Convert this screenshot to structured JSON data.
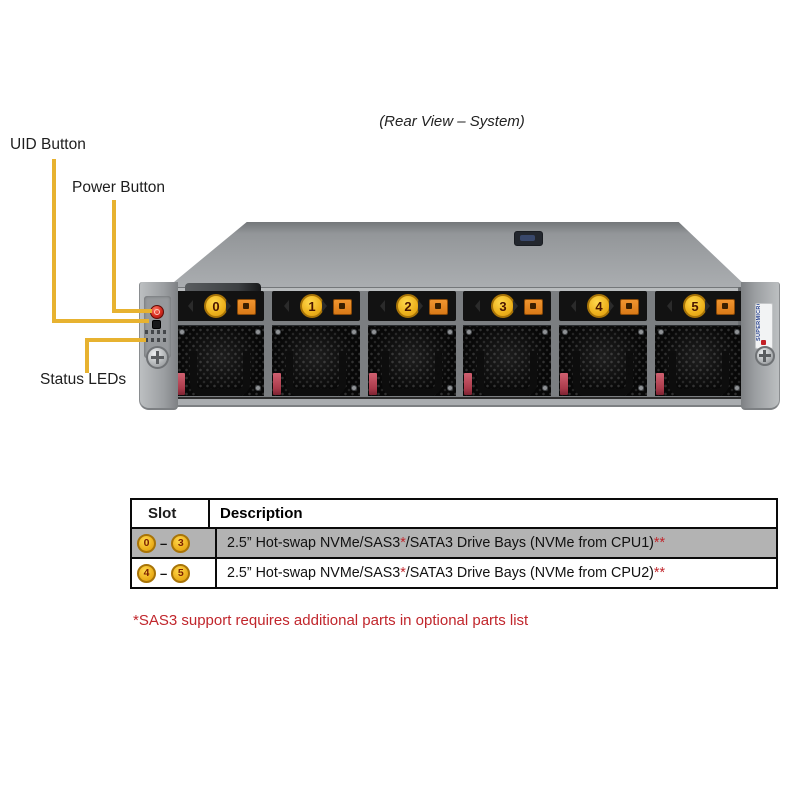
{
  "title": "(Rear View – System)",
  "callouts": {
    "uid": "UID Button",
    "power": "Power Button",
    "status": "Status LEDs"
  },
  "server": {
    "bay_numbers": [
      "0",
      "1",
      "2",
      "3",
      "4",
      "5"
    ],
    "brand": "SUPERMICRO"
  },
  "table": {
    "headers": {
      "slot": "Slot",
      "description": "Description"
    },
    "rows": [
      {
        "slot_start": "0",
        "slot_dash": "–",
        "slot_end": "3",
        "desc_pre": "2.5” Hot-swap NVMe/SAS3",
        "desc_star1": "*",
        "desc_mid": "/SATA3 Drive Bays (NVMe from CPU1)",
        "desc_star2": "**"
      },
      {
        "slot_start": "4",
        "slot_dash": "–",
        "slot_end": "5",
        "desc_pre": "2.5” Hot-swap NVMe/SAS3",
        "desc_star1": "*",
        "desc_mid": "/SATA3 Drive Bays (NVMe from CPU2)",
        "desc_star2": "**"
      }
    ]
  },
  "footnote": "*SAS3 support requires additional parts in optional parts list",
  "colors": {
    "callout_line": "#e7b230",
    "badge_yellow": "#edb11c",
    "latch_orange": "#e88f28",
    "row_gray": "#b3b3b3",
    "note_red": "#c1262c"
  }
}
